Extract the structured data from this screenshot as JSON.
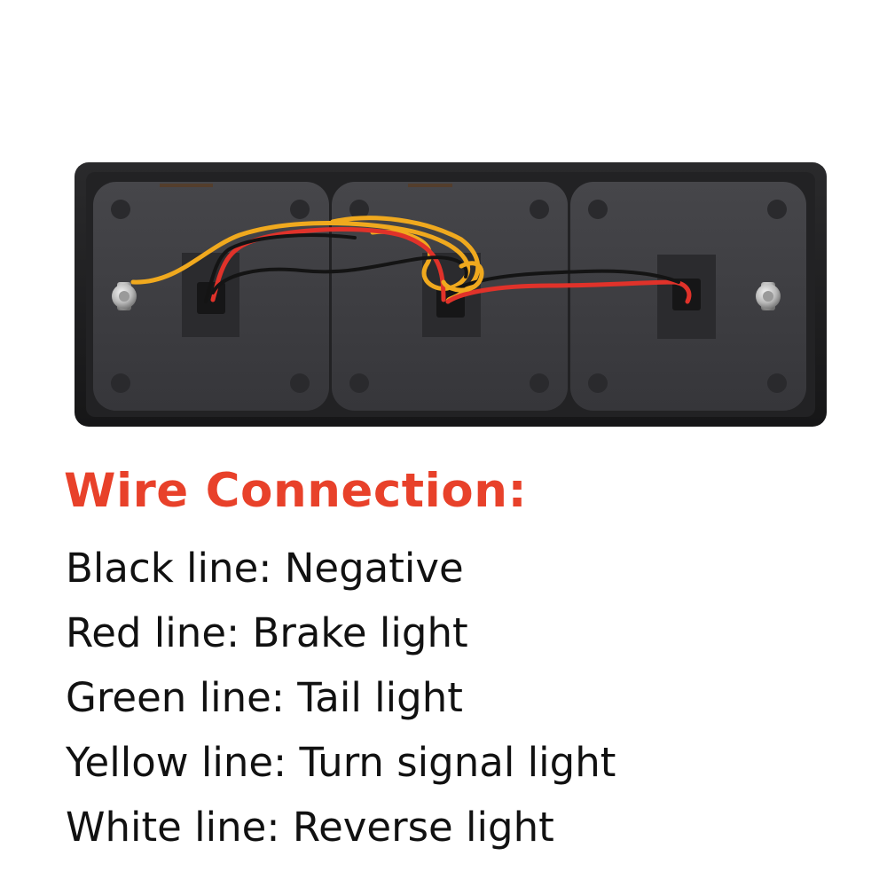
{
  "colors": {
    "heading": "#e8412a",
    "text": "#111111",
    "housing": "#1c1c1e",
    "lens_back": "#3a3a3d",
    "wire_black": "#141414",
    "wire_red": "#e0322a",
    "wire_yellow": "#f0a91e"
  },
  "photo": {
    "subject": "LED tail light rear housing with three lamp modules and wiring"
  },
  "heading": "Wire Connection:",
  "wires": [
    {
      "text": "Black line: Negative"
    },
    {
      "text": "Red line: Brake light"
    },
    {
      "text": "Green line: Tail light"
    },
    {
      "text": "Yellow line: Turn signal light"
    },
    {
      "text": "White line: Reverse light"
    }
  ]
}
